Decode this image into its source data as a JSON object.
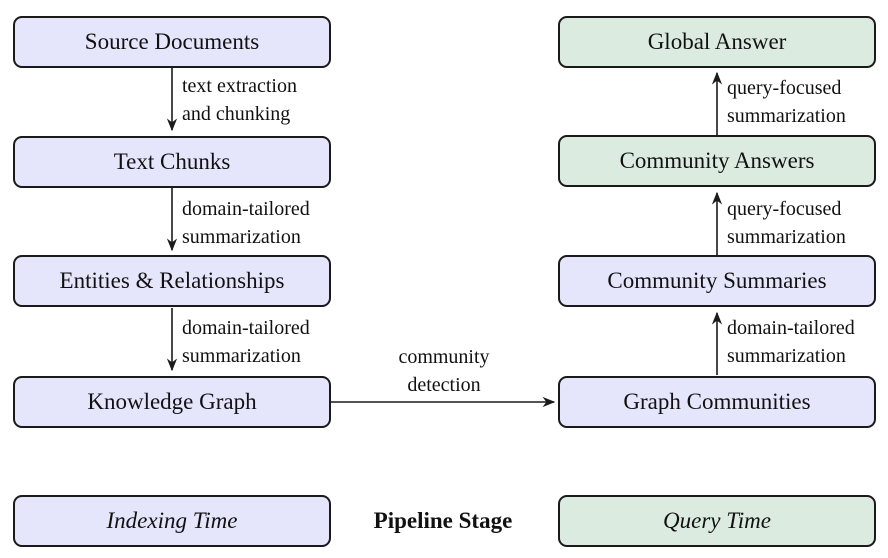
{
  "indexing": {
    "source_documents": "Source Documents",
    "text_chunks": "Text Chunks",
    "entities_relationships": "Entities & Relationships",
    "knowledge_graph": "Knowledge Graph"
  },
  "query": {
    "global_answer": "Global Answer",
    "community_answers": "Community Answers",
    "community_summaries": "Community Summaries",
    "graph_communities": "Graph Communities"
  },
  "edges": {
    "e1": [
      "text extraction",
      "and chunking"
    ],
    "e2": [
      "domain-tailored",
      "summarization"
    ],
    "e3": [
      "domain-tailored",
      "summarization"
    ],
    "e4": [
      "community",
      "detection"
    ],
    "e5": [
      "domain-tailored",
      "summarization"
    ],
    "e6": [
      "query-focused",
      "summarization"
    ],
    "e7": [
      "query-focused",
      "summarization"
    ]
  },
  "legend": {
    "indexing_time": "Indexing Time",
    "pipeline_stage": "Pipeline Stage",
    "query_time": "Query Time"
  },
  "colors": {
    "indexing_fill": "#e5e5fc",
    "query_fill": "#dcebdf",
    "stroke": "#1a1a1a"
  }
}
